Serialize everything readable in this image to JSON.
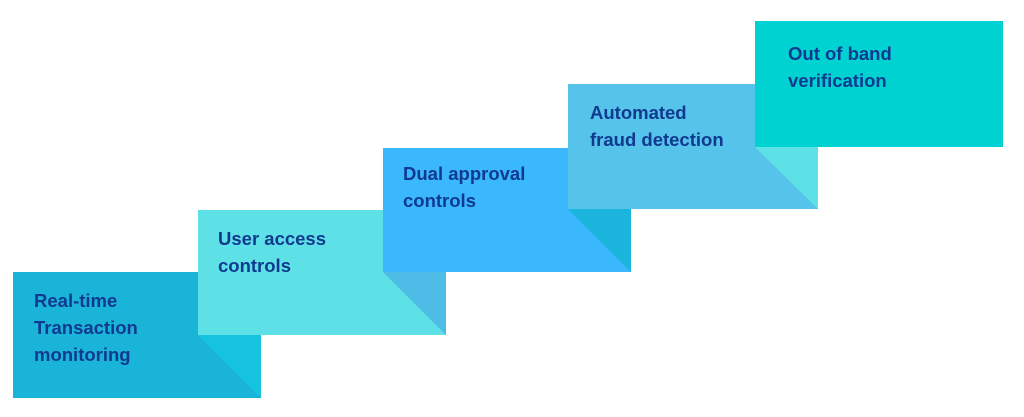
{
  "steps": [
    {
      "label": "Real-time\nTransaction\nmonitoring",
      "color": "#1bb4d9",
      "fold_color": "#16c4e0"
    },
    {
      "label": "User access\ncontrols",
      "color": "#5ee1e6",
      "fold_color": "#4dbde8"
    },
    {
      "label": "Dual approval\ncontrols",
      "color": "#3bb8fd",
      "fold_color": "#1bb4dc"
    },
    {
      "label": "Automated\nfraud detection",
      "color": "#55c3ea",
      "fold_color": "#5ee1e6"
    },
    {
      "label": "Out of band\nverification",
      "color": "#00d1d1",
      "fold_color": "#00d1d1"
    }
  ],
  "text_color": "#0f3a8f"
}
